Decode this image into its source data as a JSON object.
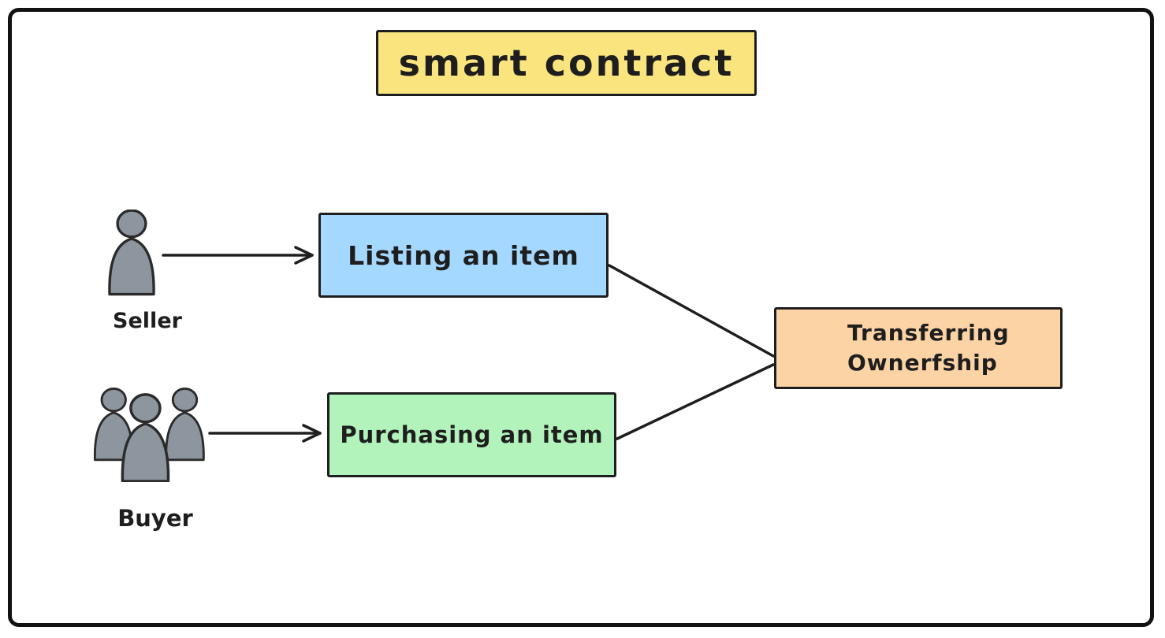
{
  "diagram": {
    "title": "smart contract",
    "nodes": {
      "listing": {
        "label": "Listing an item",
        "color": "#a5d8ff"
      },
      "purchasing": {
        "label": "Purchasing an item",
        "color": "#b2f2bb"
      },
      "transfer": {
        "label_line1": "Transferring",
        "label_line2": "Ownerfship",
        "color": "#fbd3a4"
      }
    },
    "actors": {
      "seller": {
        "label": "Seller",
        "icon": "person-icon",
        "color": "#8d969e"
      },
      "buyer": {
        "label": "Buyer",
        "icon": "people-group-icon",
        "color": "#8d969e"
      }
    },
    "connections": [
      {
        "from": "seller",
        "to": "listing",
        "style": "arrow"
      },
      {
        "from": "buyer",
        "to": "purchasing",
        "style": "arrow"
      },
      {
        "from": "listing",
        "to": "transfer",
        "style": "line"
      },
      {
        "from": "purchasing",
        "to": "transfer",
        "style": "line"
      }
    ],
    "colors": {
      "title_fill": "#f9e47e",
      "stroke": "#1e1e1e",
      "frame": "#111111"
    }
  }
}
